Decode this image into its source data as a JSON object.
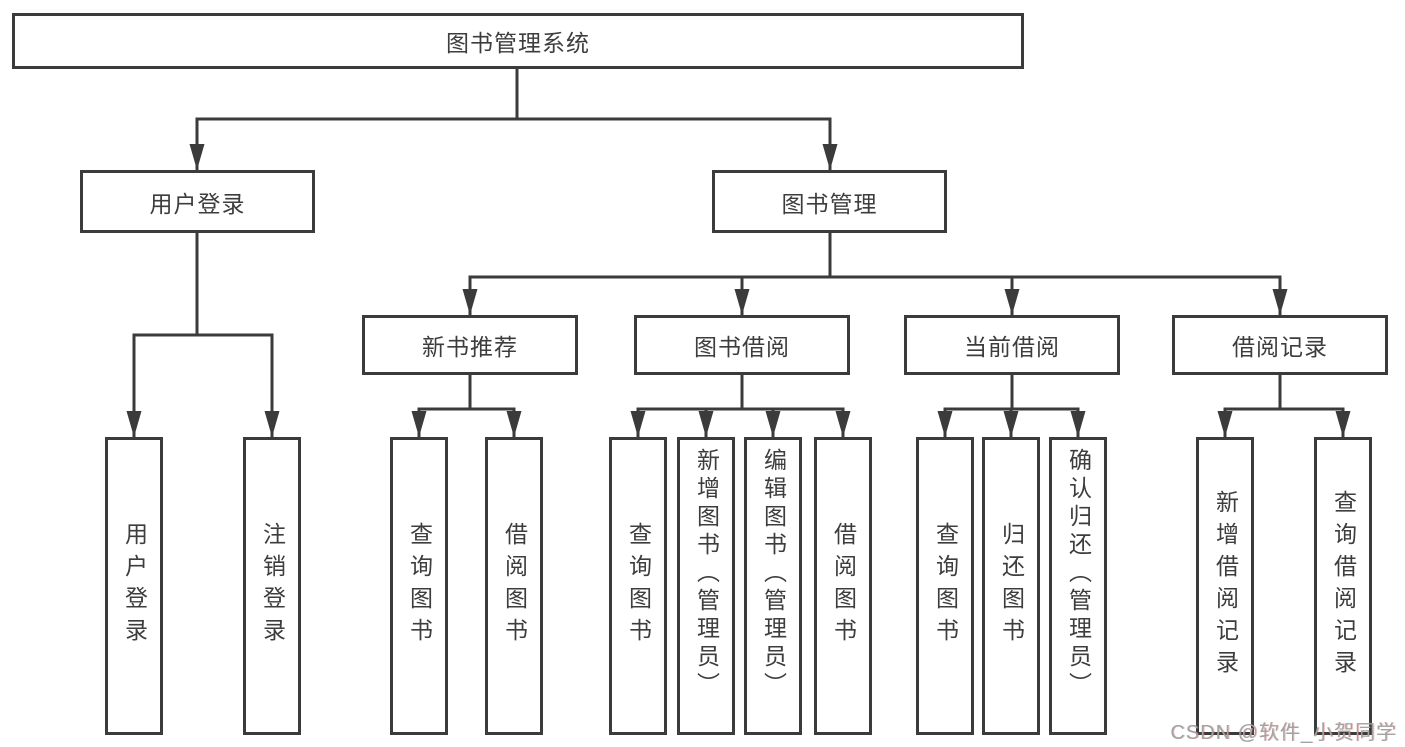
{
  "root": {
    "label": "图书管理系统"
  },
  "branches": [
    {
      "label": "用户登录"
    },
    {
      "label": "图书管理"
    }
  ],
  "modules": [
    {
      "label": "新书推荐"
    },
    {
      "label": "图书借阅"
    },
    {
      "label": "当前借阅"
    },
    {
      "label": "借阅记录"
    }
  ],
  "functions": [
    {
      "label": "用户登录"
    },
    {
      "label": "注销登录"
    },
    {
      "label": "查询图书"
    },
    {
      "label": "借阅图书"
    },
    {
      "label": "查询图书"
    },
    {
      "label": "新增图书（管理员）"
    },
    {
      "label": "编辑图书（管理员）"
    },
    {
      "label": "借阅图书"
    },
    {
      "label": "查询图书"
    },
    {
      "label": "归还图书"
    },
    {
      "label": "确认归还（管理员）"
    },
    {
      "label": "新增借阅记录"
    },
    {
      "label": "查询借阅记录"
    }
  ],
  "watermark": {
    "text": "CSDN @软件_小贺同学"
  },
  "colors": {
    "line": "#3b3b3b",
    "text": "#3d3d3d",
    "background": "#ffffff",
    "watermark": "#a3a3a3"
  }
}
